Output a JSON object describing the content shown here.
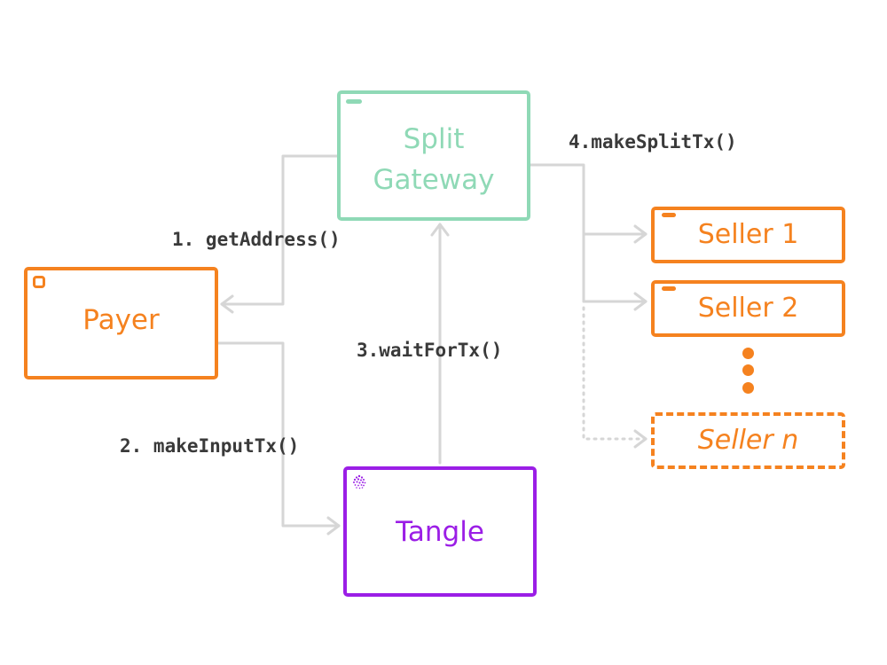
{
  "nodes": {
    "gateway": {
      "line1": "Split",
      "line2": "Gateway"
    },
    "payer": "Payer",
    "tangle": "Tangle",
    "sellers": [
      "Seller 1",
      "Seller 2",
      "Seller n"
    ]
  },
  "steps": {
    "step1": "1. getAddress()",
    "step2": "2. makeInputTx()",
    "step3": "3.waitForTx()",
    "step4": "4.makeSplitTx()"
  },
  "colors": {
    "gateway": "#8fd9b6",
    "payer": "#f5821f",
    "seller": "#f5821f",
    "tangle": "#9b1ee6",
    "connector": "#d6d6d6",
    "step_text": "#3a3a3a"
  },
  "icons": {
    "payer": "window-square-icon",
    "gateway": "window-tab-icon",
    "seller": "window-tab-icon",
    "tangle": "iota-logo-icon",
    "ellipsis": "vertical-dots-icon"
  }
}
